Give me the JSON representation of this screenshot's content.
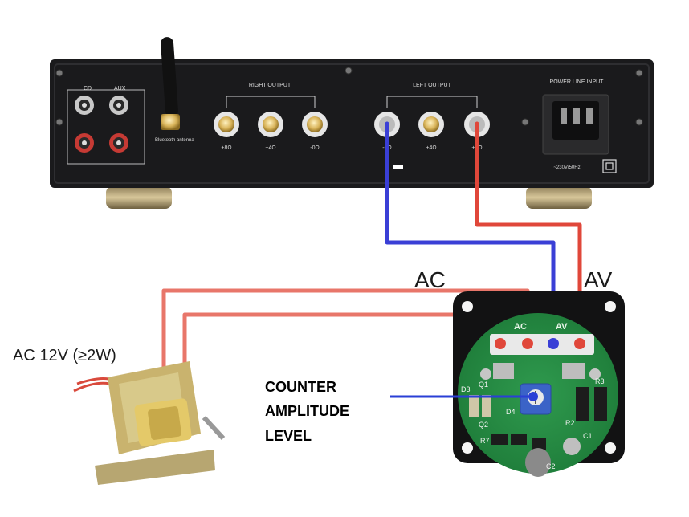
{
  "amplifier": {
    "inputs": {
      "cd": "CD",
      "aux": "AUX",
      "bluetooth": "Bluetooth antenna"
    },
    "right_output": {
      "title": "RIGHT OUTPUT",
      "terminals": [
        "+8Ω",
        "+4Ω",
        "-0Ω"
      ]
    },
    "left_output": {
      "title": "LEFT OUTPUT",
      "terminals": [
        "-0Ω",
        "+4Ω",
        "+8Ω"
      ]
    },
    "power": {
      "title": "POWER LINE INPUT",
      "rating": "~230V/50Hz"
    }
  },
  "wiring": {
    "ac_label": "AC",
    "av_label": "AV",
    "transformer_label": "AC 12V (≥2W)",
    "pot_label_lines": [
      "COUNTER",
      "AMPLITUDE",
      "LEVEL"
    ],
    "colors": {
      "ac_wire": "#e8766a",
      "signal_positive": "#e0473a",
      "signal_negative": "#3a3fd6"
    }
  },
  "vu_board": {
    "silkscreen": [
      "AC",
      "AV"
    ],
    "components": [
      "D3",
      "D4",
      "R2",
      "R3",
      "C1",
      "C2",
      "Q1",
      "Q2",
      "R7"
    ]
  }
}
